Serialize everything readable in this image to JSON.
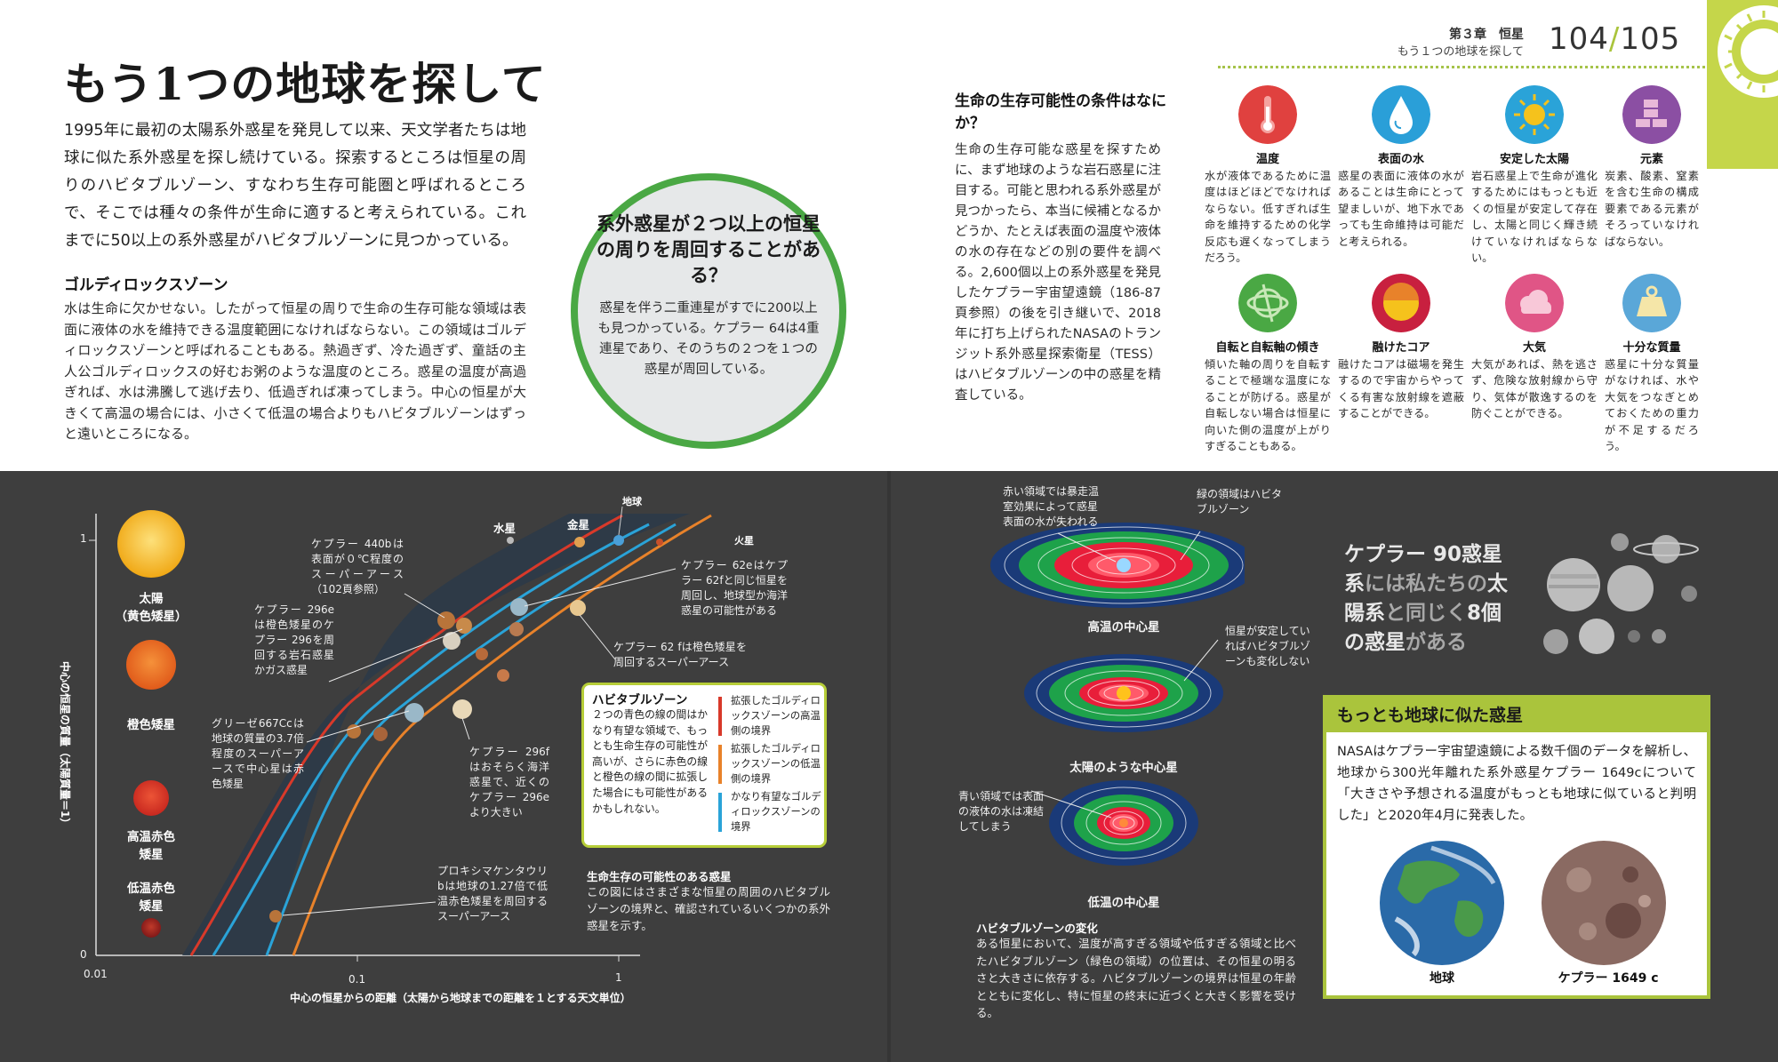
{
  "header": {
    "chapter": "第３章　恒星",
    "subtitle": "もう１つの地球を探して",
    "page_left": "104",
    "page_sep": "/",
    "page_right": "105"
  },
  "title": "もう1つの地球を探して",
  "intro": "1995年に最初の太陽系外惑星を発見して以来、天文学者たちは地球に似た系外惑星を探し続けている。探索するところは恒星の周りのハビタブルゾーン、すなわち生存可能圏と呼ばれるところで、そこでは種々の条件が生命に適すると考えられている。これまでに50以上の系外惑星がハビタブルゾーンに見つかっている。",
  "goldilocks": {
    "heading": "ゴルディロックスゾーン",
    "body": "水は生命に欠かせない。したがって恒星の周りで生命の生存可能な領域は表面に液体の水を維持できる温度範囲になければならない。この領域はゴルディロックスゾーンと呼ばれることもある。熱過ぎず、冷た過ぎず、童話の主人公ゴルディロックスの好むお粥のような温度のところ。惑星の温度が高過ぎれば、水は沸騰して逃げ去り、低過ぎれば凍ってしまう。中心の恒星が大きくて高温の場合には、小さくて低温の場合よりもハビタブルゾーンはずっと遠いところになる。"
  },
  "question": {
    "title": "系外惑星が２つ以上の恒星の周りを周回することがある？",
    "body": "惑星を伴う二重連星がすでに200以上も見つかっている。ケプラー 64は4重連星であり、そのうちの２つを１つの惑星が周回している。"
  },
  "conditions": {
    "heading": "生命の生存可能性の条件はなにか？",
    "body": "生命の生存可能な惑星を探すために、まず地球のような岩石惑星に注目する。可能と思われる系外惑星が見つかったら、本当に候補となるかどうか、たとえば表面の温度や液体の水の存在などの別の要件を調べる。2,600個以上の系外惑星を発見したケプラー宇宙望遠鏡（186-87頁参照）の後を引き継いで、2018年に打ち上げられたNASAのトランジット系外惑星探索衛星（TESS）はハビタブルゾーンの中の惑星を精査している。",
    "items": [
      {
        "title": "温度",
        "body": "水が液体であるために温度はほどほどでなければならない。低すぎれば生命を維持するための化学反応も遅くなってしまうだろう。",
        "icon": "thermometer-icon",
        "color": "#e0413f"
      },
      {
        "title": "表面の水",
        "body": "惑星の表面に液体の水があることは生命にとって望ましいが、地下水であっても生命維持は可能だと考えられる。",
        "icon": "water-drop-icon",
        "color": "#2a9fd8"
      },
      {
        "title": "安定した太陽",
        "body": "岩石惑星上で生命が進化するためにはもっとも近くの恒星が安定して存在し、太陽と同じく輝き続けていなければならない。",
        "icon": "sun-icon",
        "color": "#2aa3d8"
      },
      {
        "title": "元素",
        "body": "炭素、酸素、窒素を含む生命の構成要素である元素がそろっていなければならない。",
        "icon": "bricks-icon",
        "color": "#8b4fa3"
      },
      {
        "title": "自転と自転軸の傾き",
        "body": "傾いた軸の周りを自転することで極端な温度になることが防げる。惑星が自転しない場合は恒星に向いた側の温度が上がりすぎることもある。",
        "icon": "rotation-icon",
        "color": "#4aa844"
      },
      {
        "title": "融けたコア",
        "body": "融けたコアは磁場を発生するので宇宙からやってくる有害な放射線を遮蔽することができる。",
        "icon": "molten-core-icon",
        "color": "#c8203f"
      },
      {
        "title": "大気",
        "body": "大気があれば、熱を逃さず、危険な放射線から守り、気体が散逸するのを防ぐことができる。",
        "icon": "cloud-icon",
        "color": "#e05586"
      },
      {
        "title": "十分な質量",
        "body": "惑星に十分な質量がなければ、水や大気をつなぎとめておくための重力が不足するだろう。",
        "icon": "weight-icon",
        "color": "#5aa7d8"
      }
    ]
  },
  "chart": {
    "y_label": "中心の恒星の質量（太陽質量＝1）",
    "x_label": "中心の恒星からの距離（太陽から地球までの距離を１とする天文単位）",
    "y_ticks": [
      "1",
      "0"
    ],
    "x_ticks": [
      "0.01",
      "0.1",
      "1"
    ],
    "stars": [
      {
        "label": "太陽\n（黄色矮星）",
        "color": "#f5b81c"
      },
      {
        "label": "橙色矮星",
        "color": "#ea6a1f"
      },
      {
        "label": "高温赤色\n矮星",
        "color": "#d8392a"
      },
      {
        "label": "低温赤色\n矮星",
        "color": "#9a1f1f"
      }
    ],
    "planets": {
      "mercury": "水星",
      "venus": "金星",
      "earth": "地球",
      "mars": "火星"
    },
    "notes": {
      "k440b": "ケプラー 440bは表面が０℃程度のスーパーアース（102頁参照）",
      "k296e": "ケプラー 296eは橙色矮星のケプラー 296を周回する岩石惑星かガス惑星",
      "gliese": "グリーゼ667Ccは地球の質量の3.7倍程度のスーパーアースで中心星は赤色矮星",
      "k62e": "ケプラー 62eはケプラー 62fと同じ恒星を周回し、地球型か海洋惑星の可能性がある",
      "k62f": "ケプラー 62 fは橙色矮星を周回するスーパーアース",
      "k296f": "ケプラー 296fはおそらく海洋惑星で、近くのケプラー 296eより大きい",
      "proxima": "プロキシマケンタウリbは地球の1.27倍で低温赤色矮星を周回するスーパーアース"
    },
    "legend": {
      "title": "ハビタブルゾーン",
      "body": "２つの青色の線の間はかなり有望な領域で、もっとも生命生存の可能性が高いが、さらに赤色の線と橙色の線の間に拡張した場合にも可能性があるかもしれない。",
      "items": [
        {
          "text": "拡張したゴルディロックスゾーンの高温側の境界",
          "color": "#d8392a"
        },
        {
          "text": "拡張したゴルディロックスゾーンの低温側の境界",
          "color": "#e8822a"
        },
        {
          "text": "かなり有望なゴルディロックスゾーンの境界",
          "color": "#2aa3d8"
        }
      ]
    },
    "caption_title": "生命生存の可能性のある惑星",
    "caption_body": "この図にはさまざまな恒星の周囲のハビタブルゾーンの境界と、確認されているいくつかの系外惑星を示す。"
  },
  "zones": {
    "red_note": "赤い領域では暴走温室効果によって惑星表面の水が失われる",
    "green_note": "緑の領域はハビタブルゾーン",
    "stable_note": "恒星が安定していればハビタブルゾーンも変化しない",
    "blue_note": "青い領域では表面の液体の水は凍結してしまう",
    "hot_label": "高温の中心星",
    "sunlike_label": "太陽のような中心星",
    "cool_label": "低温の中心星",
    "change_title": "ハビタブルゾーンの変化",
    "change_body": "ある恒星において、温度が高すぎる領域や低すぎる領域と比べたハビタブルゾーン（緑色の領域）の位置は、その恒星の明るさと大きさに依存する。ハビタブルゾーンの境界は恒星の年齢とともに変化し、特に恒星の終末に近づくと大きく影響を受ける。"
  },
  "kepler90": {
    "p1": "ケプラー 90惑星",
    "p2": "系",
    "p3": "には私たちの",
    "p4": "太",
    "p5": "陽系",
    "p6": "と同じく",
    "p7": "8個",
    "p8": "の惑星",
    "p9": "がある"
  },
  "earthlike": {
    "title": "もっとも地球に似た惑星",
    "body": "NASAはケプラー宇宙望遠鏡による数千個のデータを解析し、地球から300光年離れた系外惑星ケプラー 1649cについて「大きさや予想される温度がもっとも地球に似ていると判明した」と2020年4月に発表した。",
    "earth_label": "地球",
    "kepler_label": "ケプラー 1649 c"
  }
}
